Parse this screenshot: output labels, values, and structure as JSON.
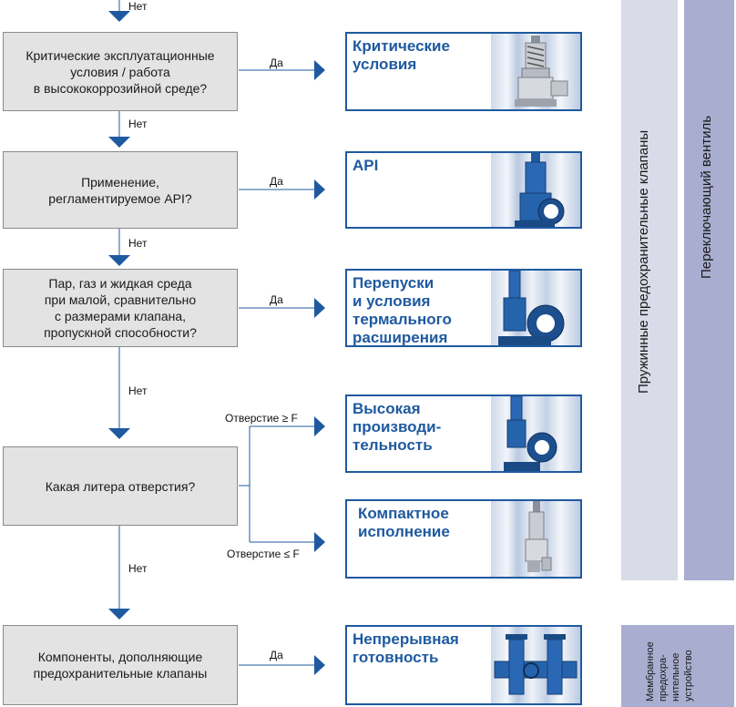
{
  "flow": {
    "no_label": "Нет",
    "yes_label": "Да",
    "questions": [
      {
        "text": "Критические эксплуатационные\nусловия / работа\nв высококоррозийной среде?"
      },
      {
        "text": "Применение,\nрегламентируемое API?"
      },
      {
        "text": "Пар, газ и жидкая среда\nпри малой, сравнительно\nс размерами клапана,\nпропускной способности?"
      },
      {
        "text": "Какая литера отверстия?"
      },
      {
        "text": "Компоненты, дополняющие\nпредохранительные клапаны"
      }
    ],
    "orifice_high": "Отверстие  ≥ F",
    "orifice_low": "Отверстие ≤ F"
  },
  "results": [
    {
      "title": "Критические\nусловия"
    },
    {
      "title": "API"
    },
    {
      "title": "Перепуски\nи условия\nтермального\nрасширения"
    },
    {
      "title": "Высокая\nпроизводи-\nтельность"
    },
    {
      "title": "Компактное\nисполнение"
    },
    {
      "title": "Непрерывная\nготовность"
    }
  ],
  "side": {
    "spring_valves": "Пружинные предохранительные клапаны",
    "changeover_valve": "Переключающий вентиль",
    "membrane_lines": [
      "Мембранное",
      "предохра-",
      "нительное",
      "устройство"
    ]
  },
  "colors": {
    "arrow": "#1f5aa0",
    "accent": "#1f5aa0",
    "box_fill": "#e3e3e4",
    "band_light": "#d9dce8",
    "band_dark": "#a9aed0"
  }
}
